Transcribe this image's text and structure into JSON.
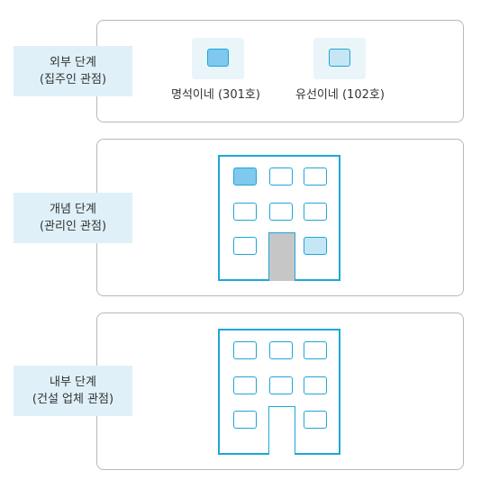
{
  "levels": {
    "external": {
      "line1": "외부 단계",
      "line2": "(집주인 관점)"
    },
    "conceptual": {
      "line1": "개념 단계",
      "line2": "(관리인 관점)"
    },
    "internal": {
      "line1": "내부 단계",
      "line2": "(건설 업체 관점)"
    }
  },
  "units": [
    {
      "caption": "명석이네 (301호)"
    },
    {
      "caption": "유선이네 (102호)"
    }
  ],
  "colors": {
    "outline_blue": "#1da7d6",
    "unit_301_fill": "#7fc8ee",
    "unit_102_fill": "#c5e7f5",
    "label_background": "#dff0f8",
    "door_gray": "#c6c6c6",
    "panel_border": "#b8b8b8"
  }
}
